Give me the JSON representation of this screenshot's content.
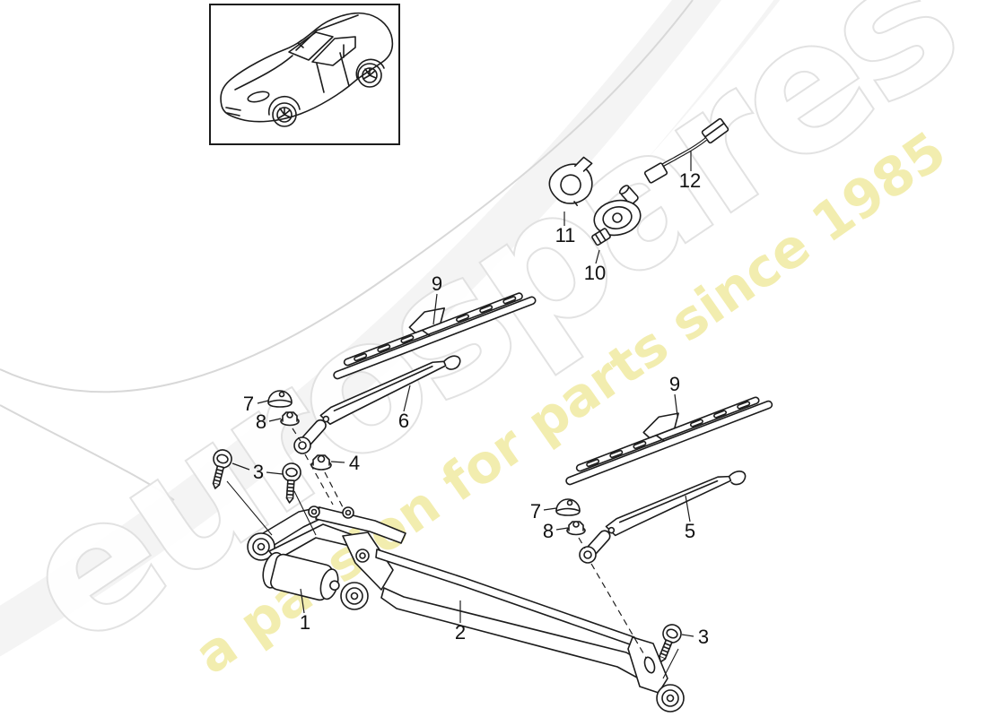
{
  "page": {
    "background": "#ffffff",
    "line_color": "#1c1c1c",
    "label_color": "#111111",
    "swoosh_color": "#f0f0f0"
  },
  "watermark": {
    "brand": "eurospares",
    "tagline": "a passion for parts since 1985",
    "brand_fill": "#ffffff",
    "brand_outline": "#e1e1e1",
    "tagline_color": "#f0e99c"
  },
  "callouts": {
    "c1": "1",
    "c2": "2",
    "c3_left": "3",
    "c3_right": "3",
    "c4": "4",
    "c5": "5",
    "c6": "6",
    "c7_left": "7",
    "c7_right": "7",
    "c8_left": "8",
    "c8_right": "8",
    "c9_left": "9",
    "c9_right": "9",
    "c10": "10",
    "c11": "11",
    "c12": "12"
  }
}
